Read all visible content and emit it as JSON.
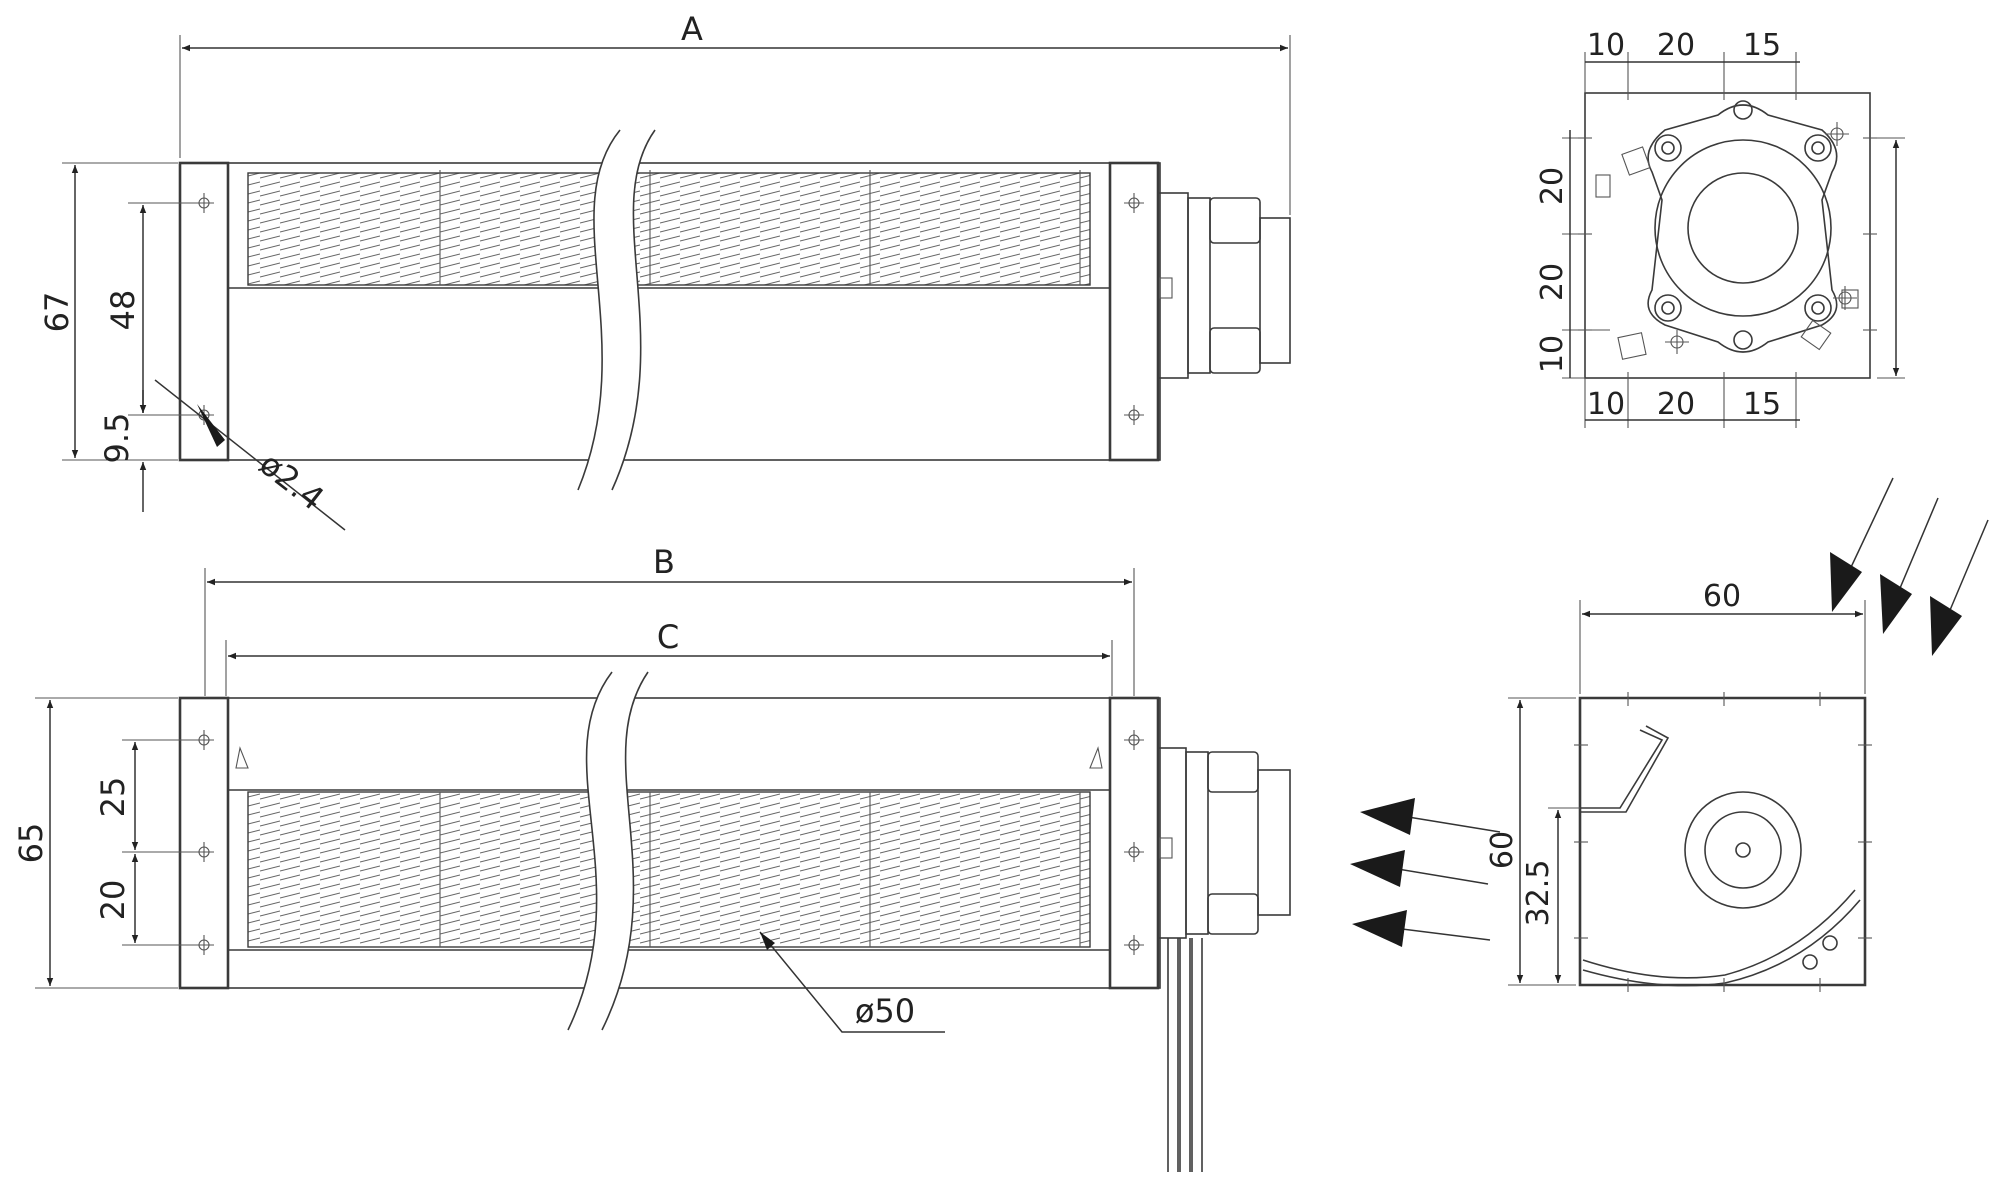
{
  "front_view": {
    "length_label": "A",
    "height_label": "67",
    "hole_spacing_label": "48",
    "hole_offset_label": "9.5",
    "hole_diameter_label": "ø2.4"
  },
  "bottom_view": {
    "overall_length_label": "B",
    "inner_length_label": "C",
    "height_label": "65",
    "upper_spacing_label": "25",
    "lower_spacing_label": "20",
    "impeller_diameter_label": "ø50"
  },
  "end_view": {
    "top_dims": [
      "10",
      "20",
      "15"
    ],
    "bottom_dims": [
      "10",
      "20",
      "15"
    ],
    "left_dims": [
      "20",
      "20",
      "10"
    ]
  },
  "side_view": {
    "width_label": "60",
    "height_label": "60",
    "center_height_label": "32.5"
  }
}
